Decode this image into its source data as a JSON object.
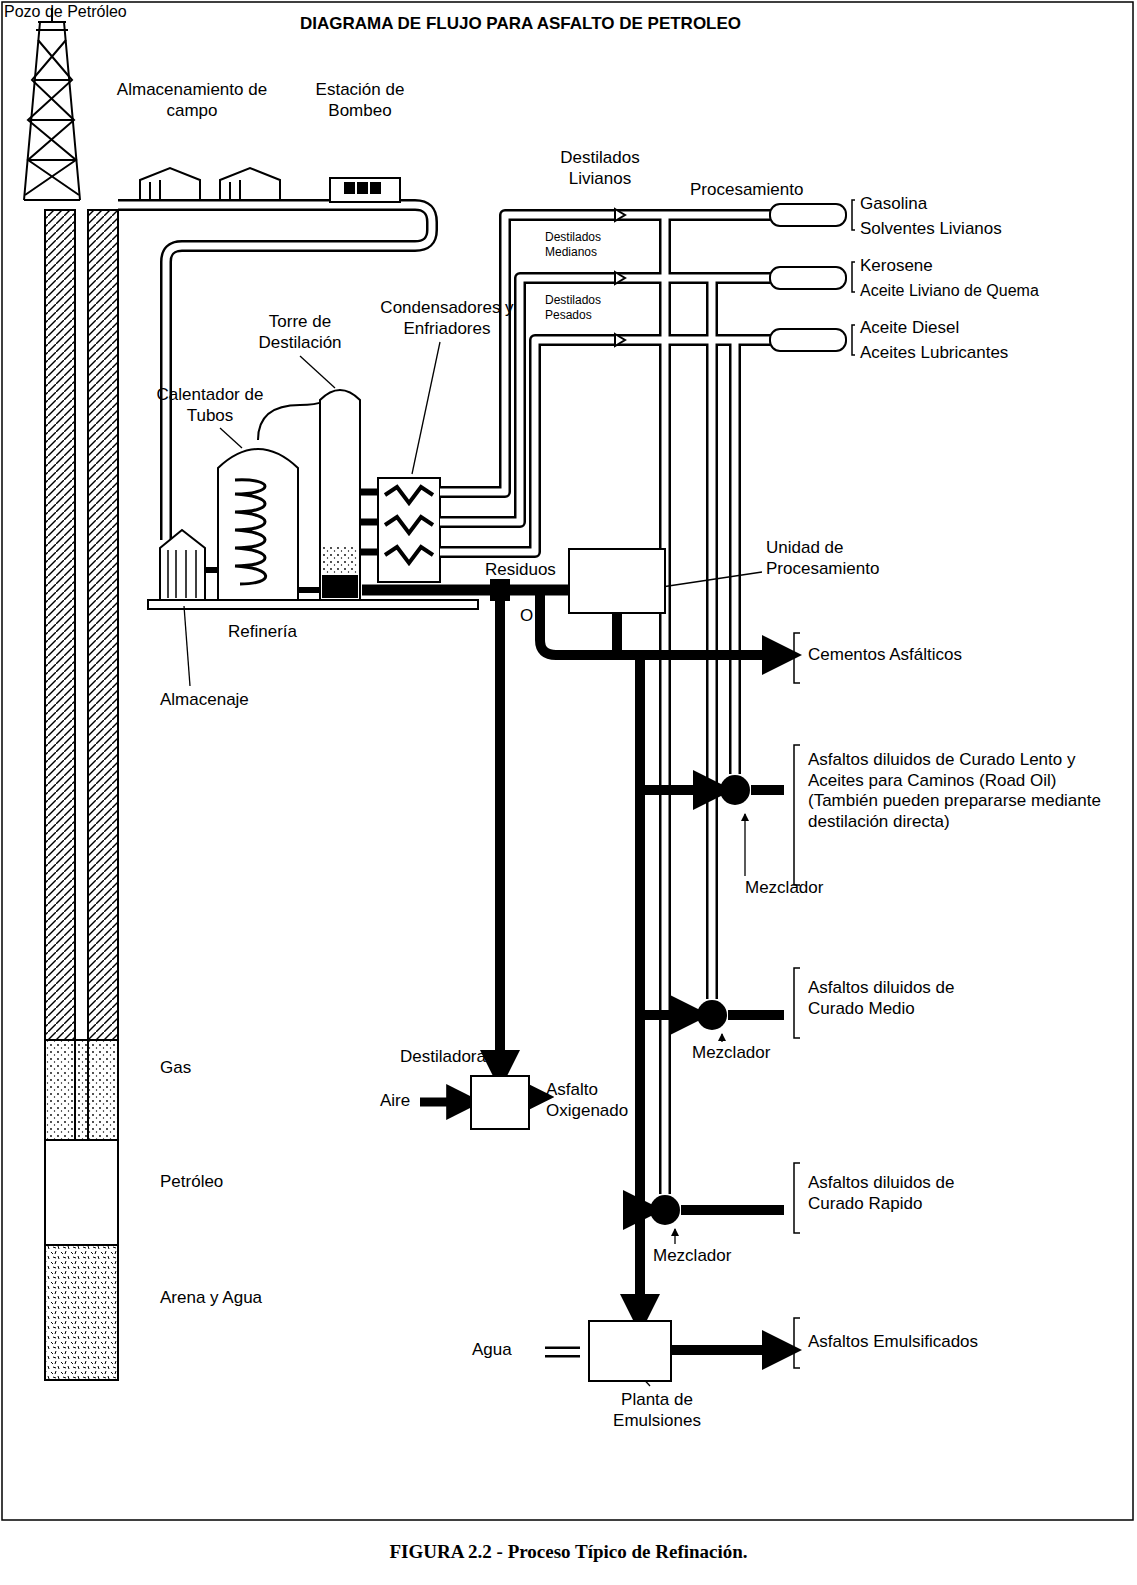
{
  "diagram": {
    "title": "DIAGRAMA DE FLUJO PARA ASFALTO DE PETROLEO",
    "caption": "FIGURA 2.2 - Proceso Típico de Refinación.",
    "nodes": [
      {
        "text": [
          "Unidad de Procesamiento"
        ]
      },
      {
        "text": [
          "Mezclador"
        ]
      },
      {
        "text": [
          "Mezclador"
        ]
      },
      {
        "text": [
          "Destiladora"
        ]
      },
      {
        "text": [
          "Mezclador"
        ]
      },
      {
        "text": [
          "Planta de Emulsiones"
        ]
      }
    ],
    "edges": [
      {
        "from": 0,
        "to": 1,
        "arrow": "to"
      },
      {
        "from": 0,
        "to": 2,
        "arrow": "to"
      },
      {
        "from": 0,
        "to": 4,
        "arrow": "to"
      },
      {
        "from": 0,
        "to": 5,
        "arrow": "to"
      }
    ],
    "labels": [
      "Pozo de Petróleo",
      "Almacenamiento de campo",
      "Estación de Bombeo",
      "Destilados Livianos",
      "Procesamiento",
      "Gasolina",
      "Solventes Livianos",
      "Destilados Medianos",
      "Kerosene",
      "Aceite Liviano de Quema",
      "Destilados Pesados",
      "Aceite Diesel",
      "Aceites Lubricantes",
      "Torre de Destilación",
      "Condensadores y Enfriadores",
      "Calentador de Tubos",
      "Residuos",
      "O",
      "Refinería",
      "Almacenaje",
      "Cementos Asfálticos",
      "Asfaltos diluidos de Curado Lento y Aceites para Caminos (Road Oil) (También pueden prepararse mediante destilación directa)",
      "Asfaltos diluidos de Curado Medio",
      "Aire",
      "Asfalto Oxigenado",
      "Asfaltos diluidos de Curado Rapido",
      "Gas",
      "Petróleo",
      "Arena y Agua",
      "Agua",
      "Asfaltos Emulsificados"
    ]
  }
}
